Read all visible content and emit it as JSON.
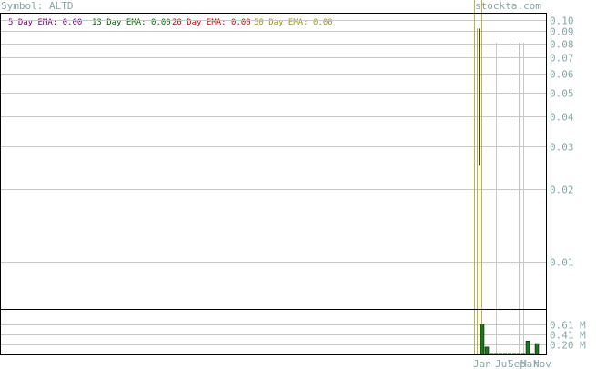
{
  "header": {
    "symbol_label": "Symbol: ALTD",
    "watermark": "stockta.com"
  },
  "legend": [
    {
      "label": "5 Day EMA: 0.00",
      "color": "#800080"
    },
    {
      "label": "13 Day EMA: 0.00",
      "color": "#006400"
    },
    {
      "label": "20 Day EMA: 0.00",
      "color": "#cc0000"
    },
    {
      "label": "50 Day EMA: 0.00",
      "color": "#999900"
    }
  ],
  "colors": {
    "axis_text": "#8aa6a6",
    "grid": "#c8c8c8",
    "frame": "#000000",
    "volume_bar": "#1a7a1a",
    "ema_line": "#b7b24a"
  },
  "chart_data": [
    {
      "type": "line",
      "scale": "log",
      "title": "",
      "y_ticks": [
        0.1,
        0.09,
        0.08,
        0.07,
        0.06,
        0.05,
        0.04,
        0.03,
        0.02,
        0.01
      ],
      "y_tick_labels": [
        "0.10",
        "0.09",
        "0.08",
        "0.07",
        "0.06",
        "0.05",
        "0.04",
        "0.03",
        "0.02",
        "0.01"
      ],
      "ylim": [
        0.0064,
        0.106
      ],
      "x_labels": [
        "Jan",
        "Jul",
        "Sep",
        "Mar",
        "Nov"
      ],
      "series": [
        {
          "values": [
            0.025,
            0.092
          ]
        }
      ]
    },
    {
      "type": "bar",
      "title": "Volume",
      "y_ticks": [
        0.61,
        0.41,
        0.2
      ],
      "y_tick_labels": [
        "0.61 M",
        "0.41 M",
        "0.20 M"
      ],
      "ylim": [
        0,
        0.9
      ],
      "values": [
        0.62,
        0.15,
        0.02,
        0.02,
        0.02,
        0.02,
        0.02,
        0.02,
        0.02,
        0.02,
        0.27,
        0.02,
        0.22
      ]
    }
  ]
}
